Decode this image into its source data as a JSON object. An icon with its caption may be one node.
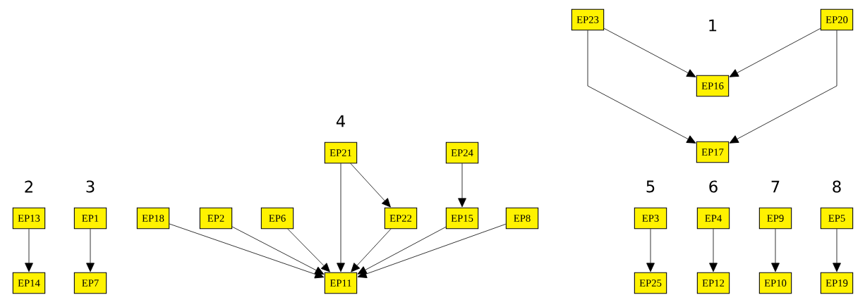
{
  "diagram": {
    "nodes": [
      {
        "text": [
          "EP23"
        ]
      },
      {
        "text": [
          "EP20"
        ]
      },
      {
        "text": [
          "EP16"
        ]
      },
      {
        "text": [
          "EP17"
        ]
      },
      {
        "text": [
          "EP21"
        ]
      },
      {
        "text": [
          "EP24"
        ]
      },
      {
        "text": [
          "EP13"
        ]
      },
      {
        "text": [
          "EP1"
        ]
      },
      {
        "text": [
          "EP18"
        ]
      },
      {
        "text": [
          "EP2"
        ]
      },
      {
        "text": [
          "EP6"
        ]
      },
      {
        "text": [
          "EP22"
        ]
      },
      {
        "text": [
          "EP15"
        ]
      },
      {
        "text": [
          "EP8"
        ]
      },
      {
        "text": [
          "EP3"
        ]
      },
      {
        "text": [
          "EP4"
        ]
      },
      {
        "text": [
          "EP9"
        ]
      },
      {
        "text": [
          "EP5"
        ]
      },
      {
        "text": [
          "EP14"
        ]
      },
      {
        "text": [
          "EP7"
        ]
      },
      {
        "text": [
          "EP11"
        ]
      },
      {
        "text": [
          "EP25"
        ]
      },
      {
        "text": [
          "EP12"
        ]
      },
      {
        "text": [
          "EP10"
        ]
      },
      {
        "text": [
          "EP19"
        ]
      }
    ],
    "edges": [
      {
        "from": 0,
        "to": 2,
        "arrow": "to"
      },
      {
        "from": 1,
        "to": 2,
        "arrow": "to"
      },
      {
        "from": 0,
        "to": 3,
        "arrow": "to"
      },
      {
        "from": 1,
        "to": 3,
        "arrow": "to"
      },
      {
        "from": 4,
        "to": 11,
        "arrow": "to"
      },
      {
        "from": 4,
        "to": 20,
        "arrow": "to"
      },
      {
        "from": 5,
        "to": 12,
        "arrow": "to"
      },
      {
        "from": 6,
        "to": 18,
        "arrow": "to"
      },
      {
        "from": 7,
        "to": 19,
        "arrow": "to"
      },
      {
        "from": 8,
        "to": 20,
        "arrow": "to"
      },
      {
        "from": 9,
        "to": 20,
        "arrow": "to"
      },
      {
        "from": 10,
        "to": 20,
        "arrow": "to"
      },
      {
        "from": 11,
        "to": 20,
        "arrow": "to"
      },
      {
        "from": 12,
        "to": 20,
        "arrow": "to"
      },
      {
        "from": 13,
        "to": 20,
        "arrow": "to"
      },
      {
        "from": 14,
        "to": 21,
        "arrow": "to"
      },
      {
        "from": 15,
        "to": 22,
        "arrow": "to"
      },
      {
        "from": 16,
        "to": 23,
        "arrow": "to"
      },
      {
        "from": 17,
        "to": 24,
        "arrow": "to"
      }
    ],
    "labels": [
      "1",
      "4",
      "2",
      "3",
      "5",
      "6",
      "7",
      "8"
    ]
  }
}
